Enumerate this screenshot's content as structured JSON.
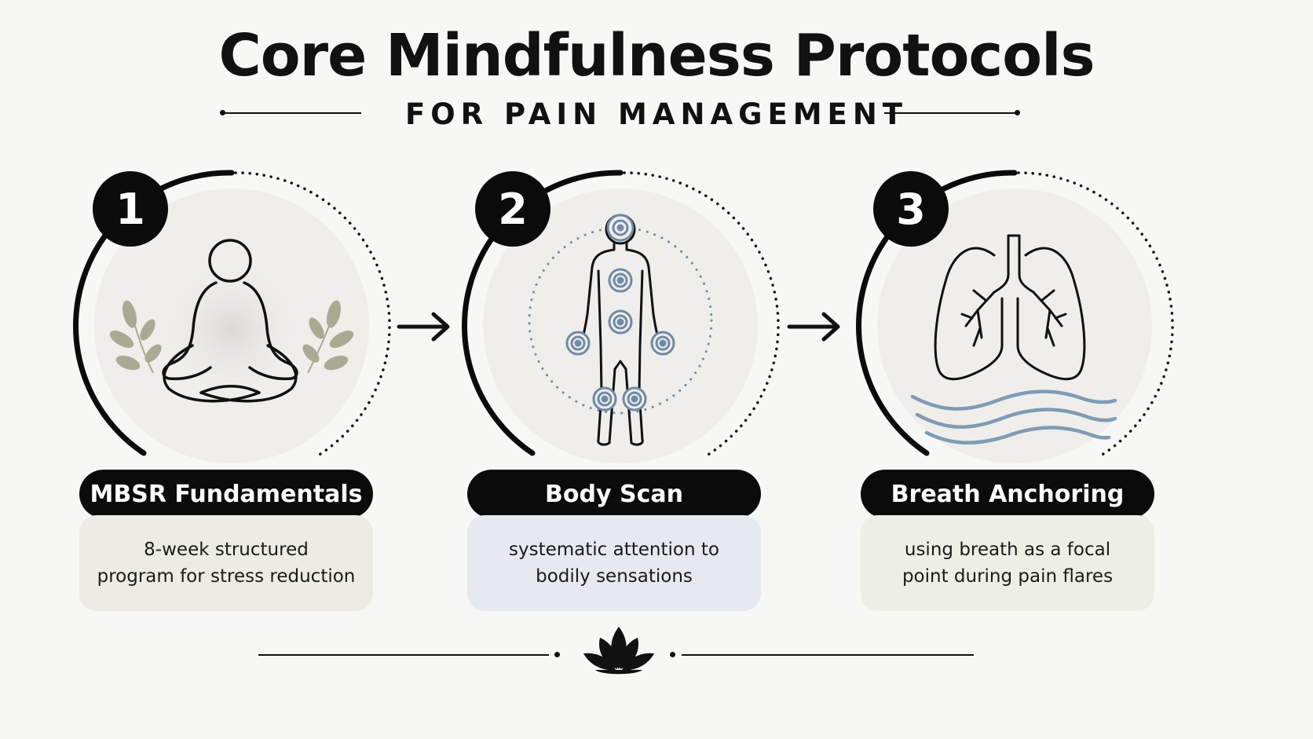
{
  "header": {
    "title": "Core Mindfulness Protocols",
    "subtitle": "FOR PAIN MANAGEMENT"
  },
  "steps": [
    {
      "number": "1",
      "name": "MBSR Fundamentals",
      "desc_line1": "8-week structured",
      "desc_line2": "program for stress reduction",
      "icon": "meditation-figure-icon",
      "card_color": "#eeebe5"
    },
    {
      "number": "2",
      "name": "Body Scan",
      "desc_line1": "systematic attention to",
      "desc_line2": "bodily sensations",
      "icon": "body-scan-figure-icon",
      "card_color": "#e6eaf0"
    },
    {
      "number": "3",
      "name": "Breath Anchoring",
      "desc_line1": "using breath as a focal",
      "desc_line2": "point during pain flares",
      "icon": "lungs-icon",
      "card_color": "#eeefe4"
    }
  ],
  "footer": {
    "icon": "lotus-icon"
  },
  "colors": {
    "ink": "#0b0b0b",
    "circle_fill": "#efeeeb",
    "leaf": "#a8ab91",
    "scan_blue": "#6f8aa6",
    "wave_blue": "#7f9bb5"
  }
}
